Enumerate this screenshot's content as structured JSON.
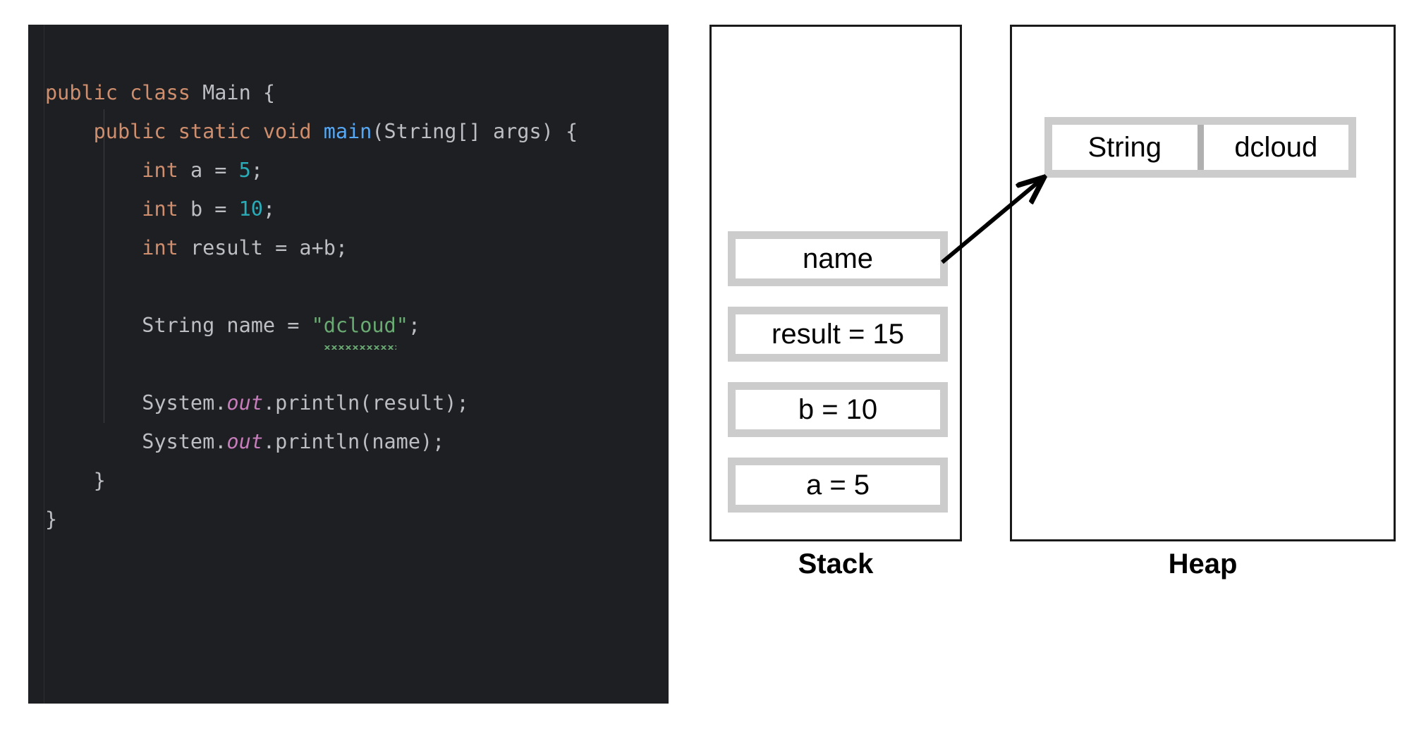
{
  "editor": {
    "language": "java",
    "background_color": "#1e1f22",
    "code_lines": [
      "public class Main {",
      "    public static void main(String[] args) {",
      "        int a = 5;",
      "        int b = 10;",
      "        int result = a+b;",
      "",
      "        String name = \"dcloud\";",
      "",
      "        System.out.println(result);",
      "        System.out.println(name);",
      "    }",
      "}"
    ],
    "tokens": {
      "kw_public": "public",
      "kw_class": "class",
      "kw_static": "static",
      "kw_void": "void",
      "kw_int": "int",
      "type_main": "Main",
      "type_string": "String",
      "method_main": "main",
      "param_args": "args",
      "var_a": "a",
      "var_b": "b",
      "var_result": "result",
      "var_name": "name",
      "num_5": "5",
      "num_10": "10",
      "str_dcloud": "\"dcloud\"",
      "str_dcloud_inner": "dcloud",
      "sys": "System",
      "field_out": "out",
      "method_println": "println",
      "brace_open": "{",
      "brace_close": "}",
      "semicolon": ";",
      "expr_ab": "a+b",
      "bracket_array": "[]",
      "assign": "="
    },
    "colors": {
      "keyword": "#cf8e6d",
      "number": "#2aacb8",
      "method_declaration": "#56a8f5",
      "string": "#6aab73",
      "static_field": "#c77dbb",
      "default_text": "#bcbec4",
      "spellcheck_squiggle": "#6aab73"
    }
  },
  "diagram": {
    "stack": {
      "label": "Stack",
      "frames": [
        {
          "text": "name"
        },
        {
          "text": "result = 15"
        },
        {
          "text": "b = 10"
        },
        {
          "text": "a = 5"
        }
      ]
    },
    "heap": {
      "label": "Heap",
      "objects": [
        {
          "type_field": "String",
          "value_field": "dcloud"
        }
      ]
    },
    "reference_arrow": {
      "from": "stack-frame-name",
      "to": "heap-object-string",
      "color": "#000000"
    },
    "colors": {
      "region_border": "#1a1a1a",
      "cell_border": "#cccccc",
      "cell_fill": "#ffffff",
      "divider": "#b0b0b0",
      "text": "#000000"
    }
  }
}
